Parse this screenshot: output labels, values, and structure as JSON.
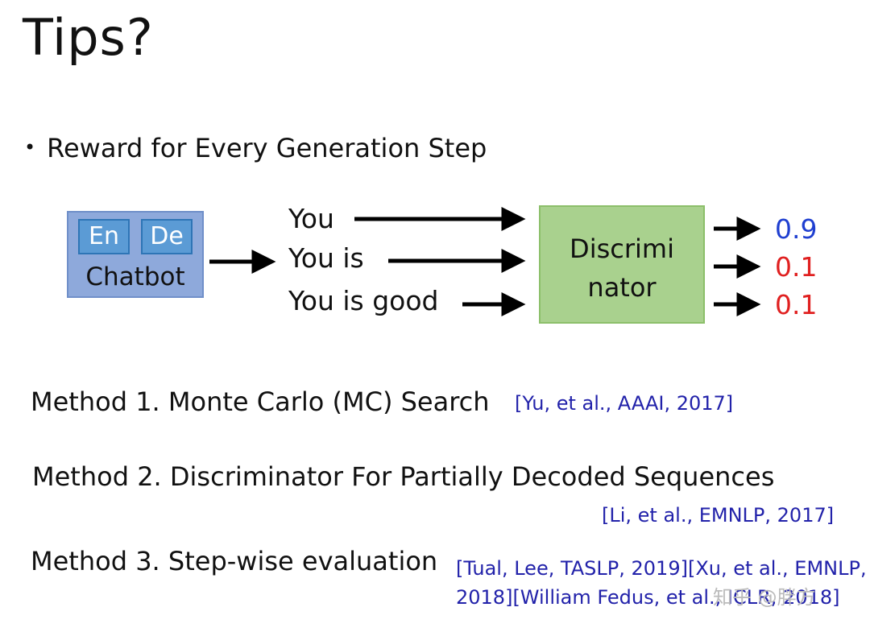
{
  "slide": {
    "title": "Tips?",
    "bullet": "Reward for Every Generation Step"
  },
  "diagram": {
    "chatbot": {
      "encoder": "En",
      "decoder": "De",
      "label": "Chatbot"
    },
    "sequences": [
      "You",
      "You  is",
      "You  is  good"
    ],
    "discriminator": {
      "line1": "Discrimi",
      "line2": "nator"
    },
    "scores": [
      {
        "value": "0.9",
        "color": "#1f3fd0"
      },
      {
        "value": "0.1",
        "color": "#e02020"
      },
      {
        "value": "0.1",
        "color": "#e02020"
      }
    ]
  },
  "methods": [
    {
      "text": "Method 1. Monte Carlo (MC) Search",
      "cite": "[Yu, et al., AAAI, 2017]"
    },
    {
      "text": "Method 2. Discriminator For Partially Decoded Sequences",
      "cite": "[Li, et al., EMNLP, 2017]"
    },
    {
      "text": "Method 3. Step-wise evaluation",
      "cite_line1": "[Tual, Lee, TASLP, 2019][Xu, et al., EMNLP,",
      "cite_line2": "2018][William Fedus, et al., ICLR, 2018]"
    }
  ],
  "watermark": "知乎 @胖方"
}
